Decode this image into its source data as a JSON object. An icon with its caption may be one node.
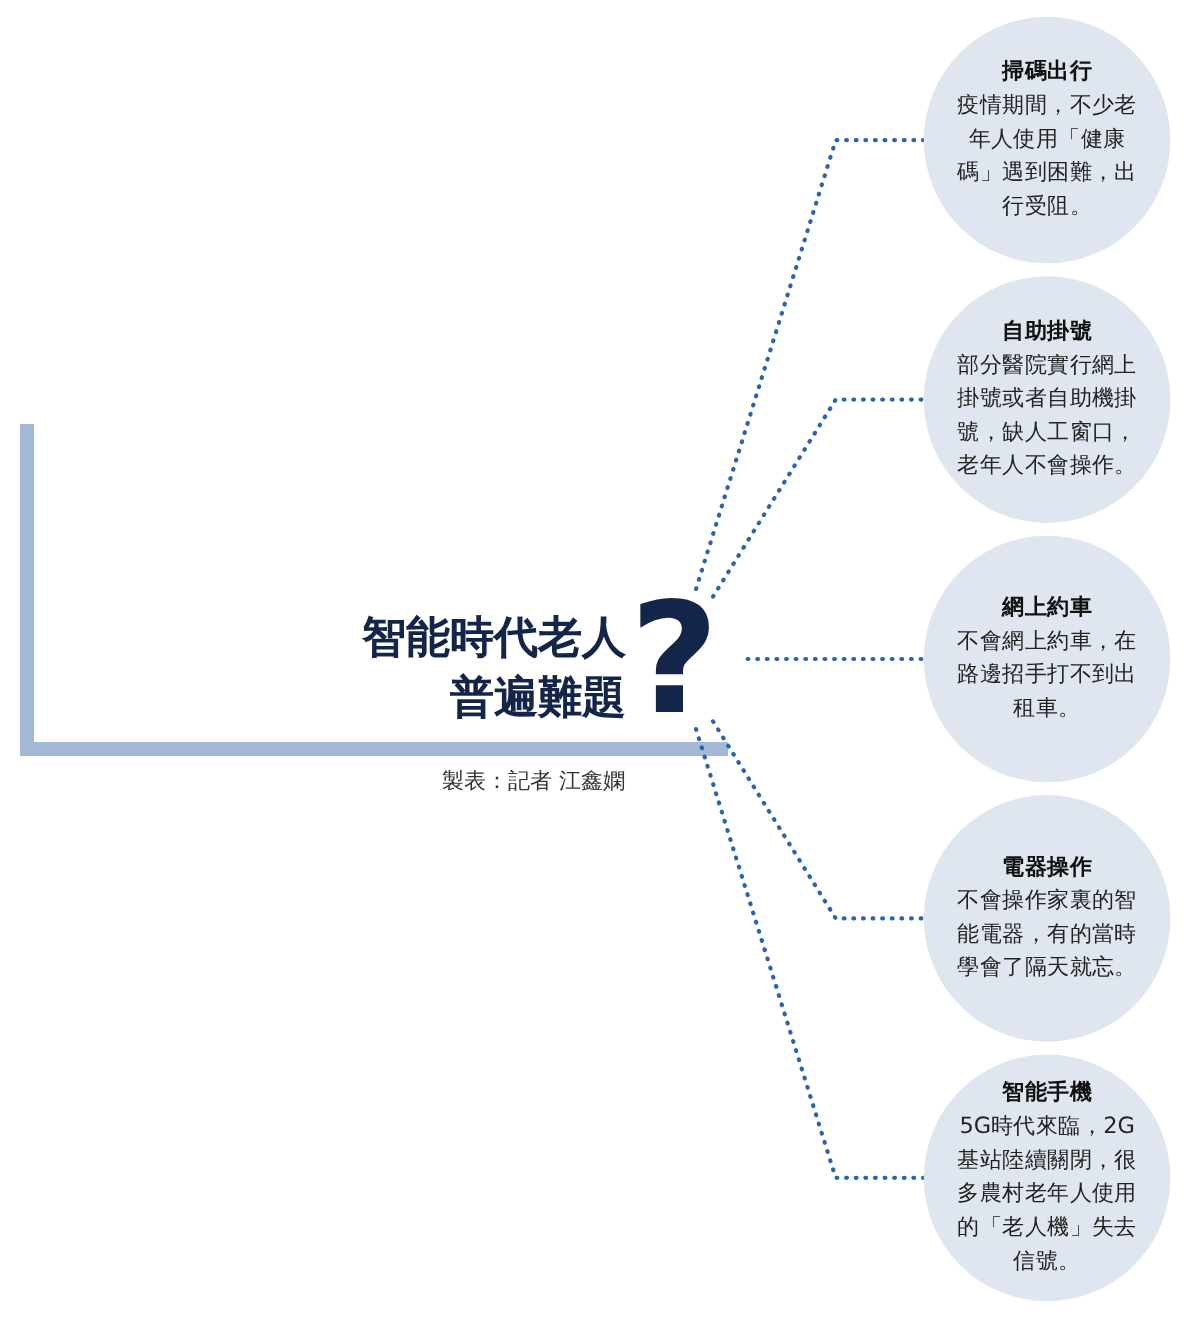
{
  "diagram": {
    "title": "智能時代老人普遍難題",
    "nodes": [
      {
        "text": [
          "?"
        ]
      },
      {
        "text": [
          "掃碼出行",
          "疫情期間，不少老年人使用「健康碼」遇到困難，出行受阻。"
        ]
      },
      {
        "text": [
          "自助掛號",
          "部分醫院實行網上掛號或者自助機掛號，缺人工窗口，老年人不會操作。"
        ]
      },
      {
        "text": [
          "網上約車",
          "不會網上約車，在路邊招手打不到出租車。"
        ]
      },
      {
        "text": [
          "電器操作",
          "不會操作家裏的智能電器，有的當時學會了隔天就忘。"
        ]
      },
      {
        "text": [
          "智能手機",
          "5G時代來臨，2G基站陸續關閉，很多農村老年人使用的「老人機」失去信號。"
        ]
      }
    ],
    "edges": [
      {
        "from": 0,
        "to": 1,
        "arrow": "none",
        "style": "dashed"
      },
      {
        "from": 0,
        "to": 2,
        "arrow": "none",
        "style": "dashed"
      },
      {
        "from": 0,
        "to": 3,
        "arrow": "none",
        "style": "dashed"
      },
      {
        "from": 0,
        "to": 4,
        "arrow": "none",
        "style": "dashed"
      },
      {
        "from": 0,
        "to": 5,
        "arrow": "none",
        "style": "dashed"
      }
    ],
    "labels": [
      "製表：記者 江鑫嫻"
    ]
  }
}
